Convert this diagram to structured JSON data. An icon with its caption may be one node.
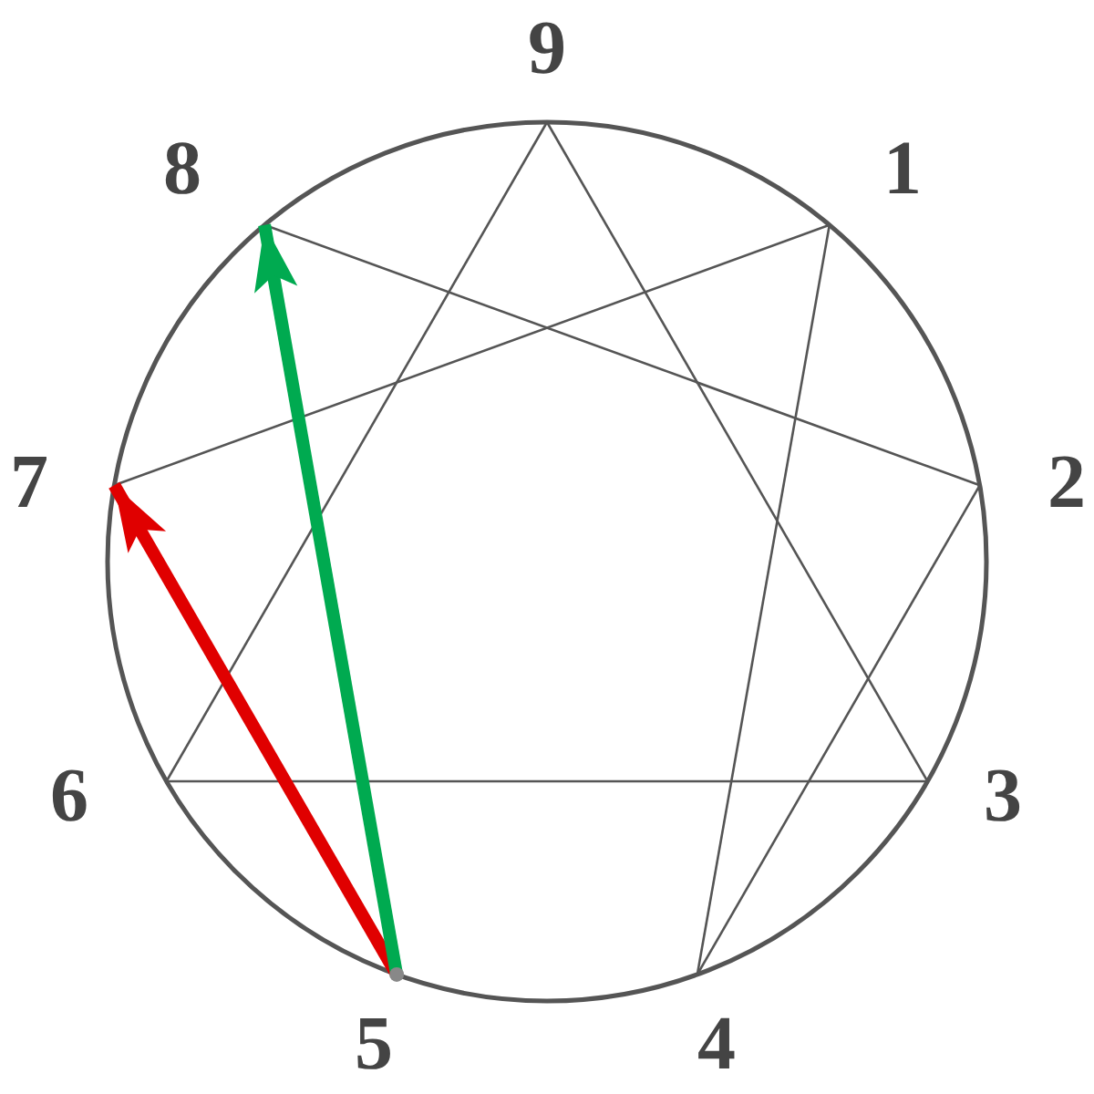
{
  "diagram": {
    "nodes": [
      {
        "text": [
          "9"
        ]
      },
      {
        "text": [
          "1"
        ]
      },
      {
        "text": [
          "2"
        ]
      },
      {
        "text": [
          "3"
        ]
      },
      {
        "text": [
          "4"
        ]
      },
      {
        "text": [
          "5"
        ]
      },
      {
        "text": [
          "6"
        ]
      },
      {
        "text": [
          "7"
        ]
      },
      {
        "text": [
          "8"
        ]
      }
    ],
    "edges": [
      {
        "from": 0,
        "to": 3,
        "arrow": "none"
      },
      {
        "from": 3,
        "to": 6,
        "arrow": "none"
      },
      {
        "from": 6,
        "to": 0,
        "arrow": "none"
      },
      {
        "from": 1,
        "to": 4,
        "arrow": "none"
      },
      {
        "from": 4,
        "to": 2,
        "arrow": "none"
      },
      {
        "from": 2,
        "to": 8,
        "arrow": "none"
      },
      {
        "from": 7,
        "to": 1,
        "arrow": "none"
      },
      {
        "from": 5,
        "to": 7,
        "arrow": "to",
        "style": "thick",
        "color": "#e00000"
      },
      {
        "from": 5,
        "to": 8,
        "arrow": "to",
        "style": "thick",
        "color": "#00aa50"
      }
    ]
  }
}
